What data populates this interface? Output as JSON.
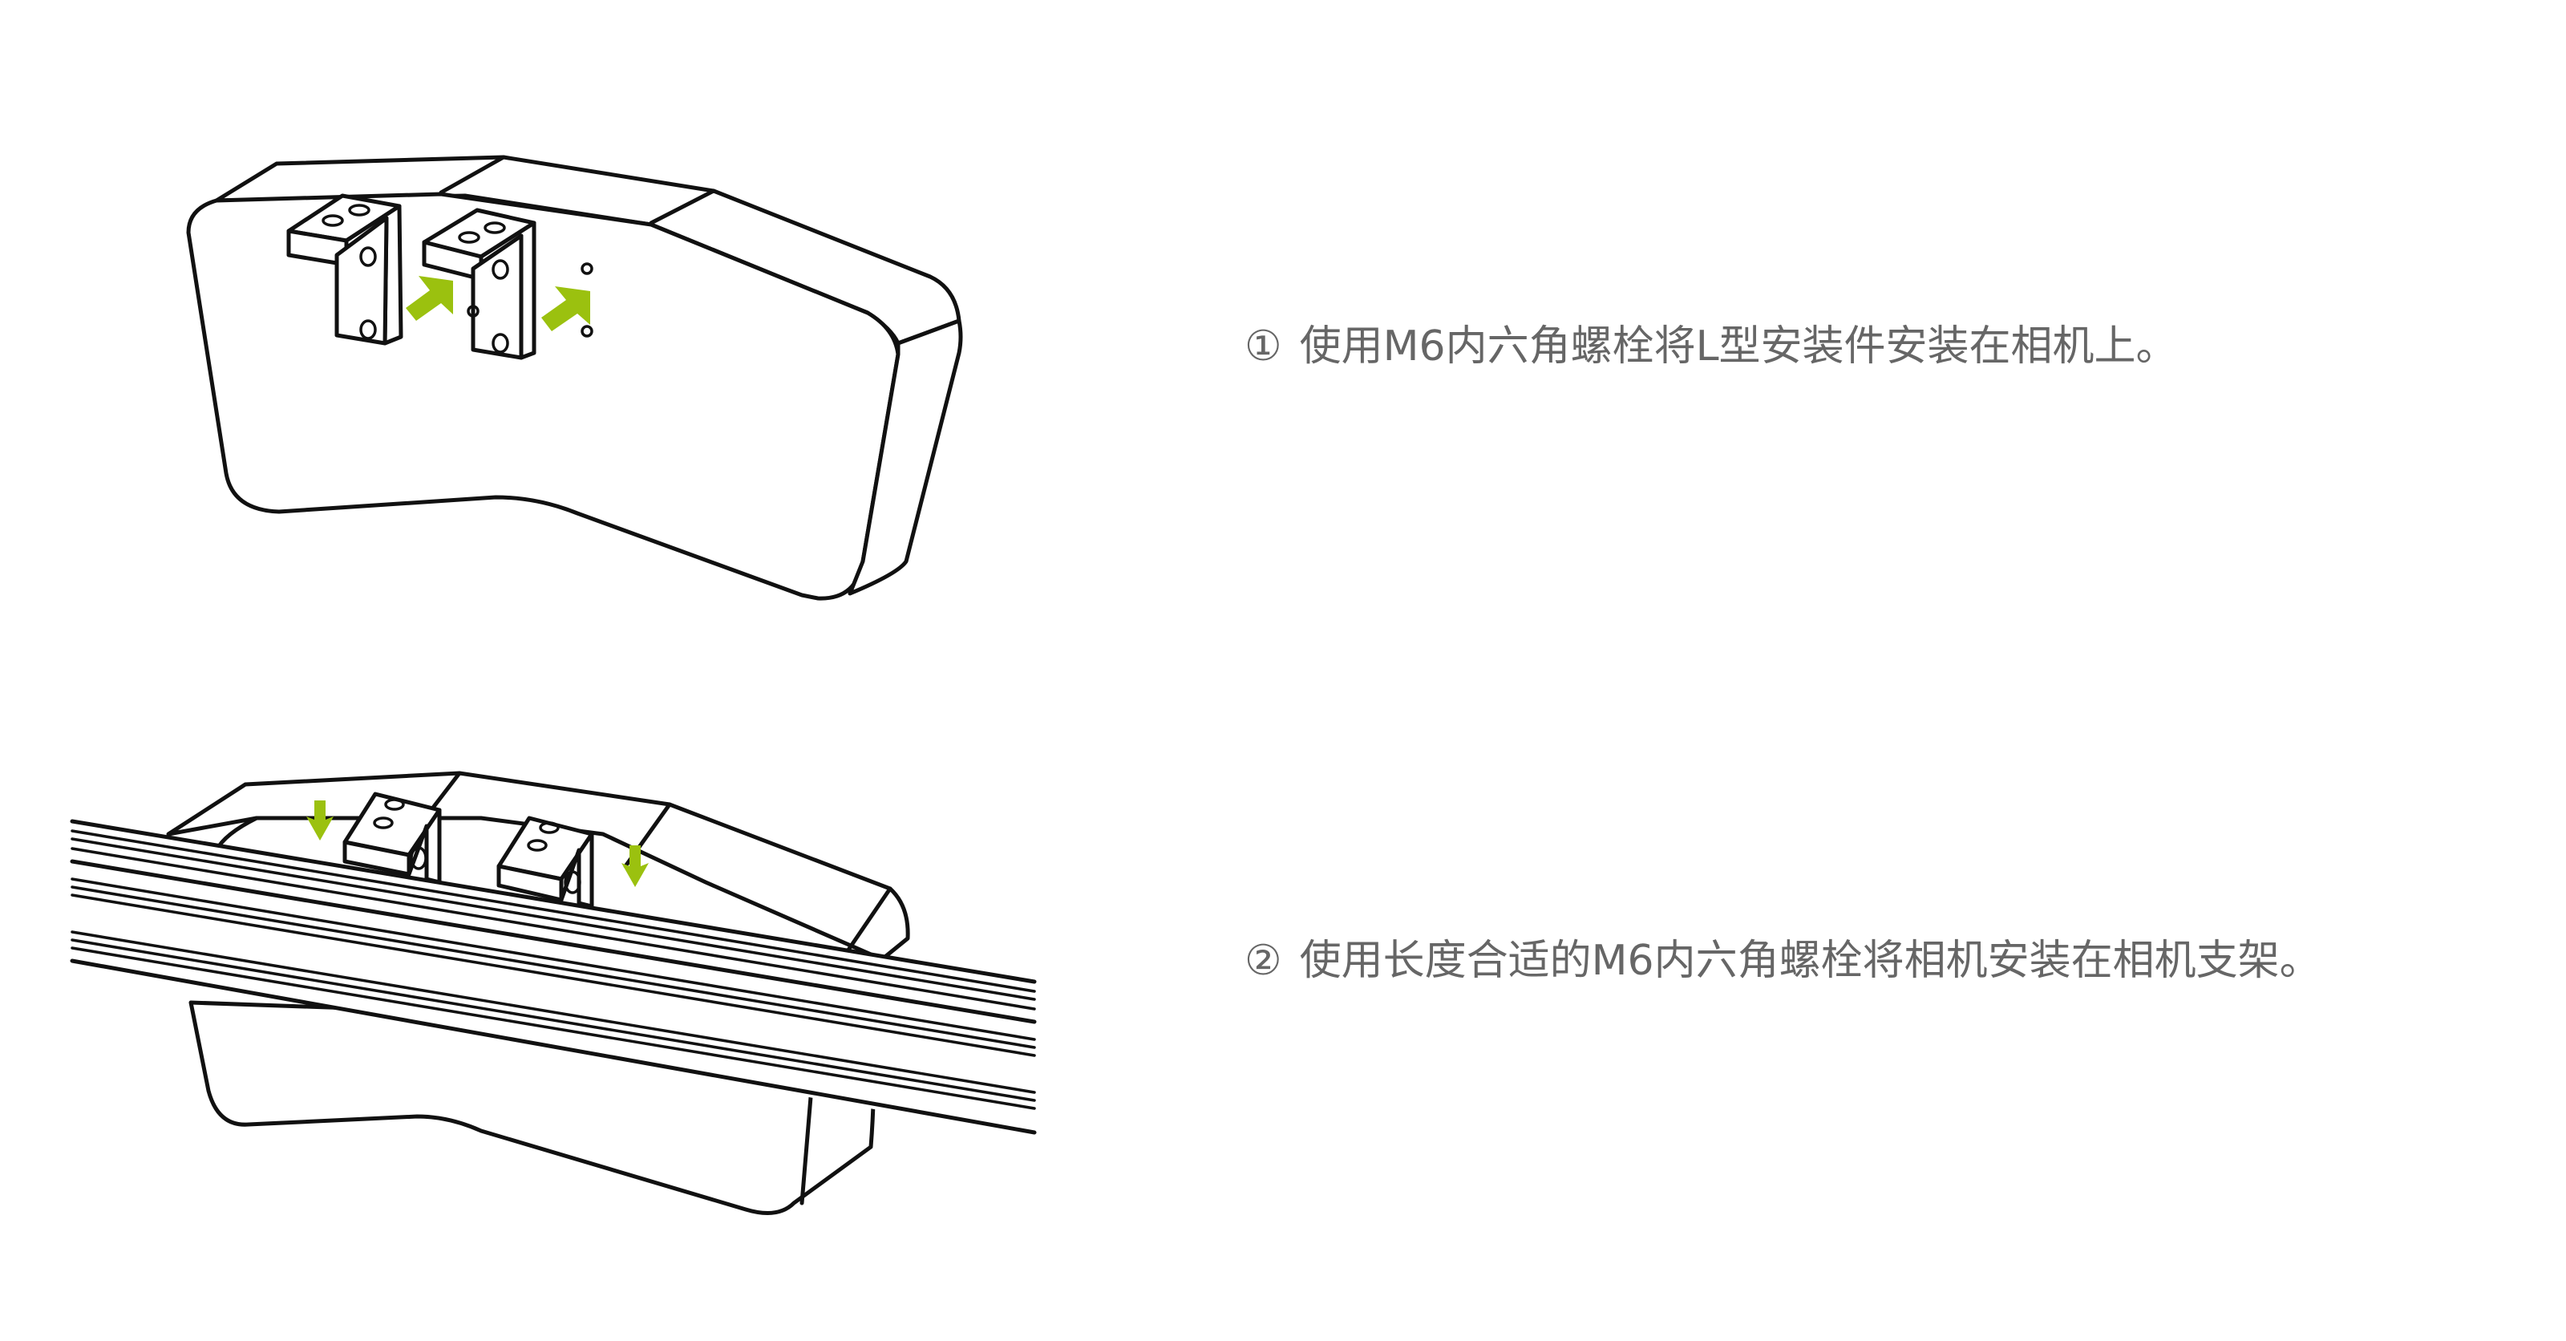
{
  "steps": [
    {
      "number": "①",
      "text": "使用M6内六角螺栓将L型安装件安装在相机上。",
      "illustration": "camera-with-l-brackets-mounting"
    },
    {
      "number": "②",
      "text": "使用长度合适的M6内六角螺栓将相机安装在相机支架。",
      "illustration": "camera-mounted-on-rail"
    }
  ],
  "colors": {
    "text": "#666666",
    "line": "#111111",
    "arrow": "#9bc10f",
    "background": "#ffffff"
  },
  "icons": {
    "arrow_step1": "green-arrow-up-right-icon",
    "arrow_step2": "green-arrow-down-icon"
  }
}
